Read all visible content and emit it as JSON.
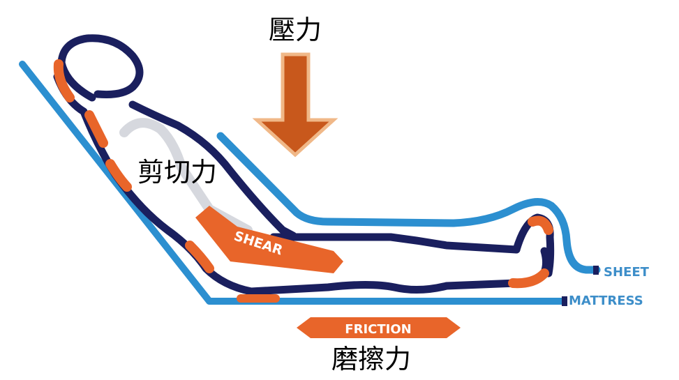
{
  "labels": {
    "pressure": "壓力",
    "shear_zh": "剪切力",
    "friction_zh": "磨擦力",
    "shear_en": "SHEAR",
    "friction_en": "FRICTION",
    "sheet": "SHEET",
    "mattress": "MATTRESS"
  },
  "colors": {
    "body_outline": "#1a1f5e",
    "pressure_zone": "#e8652a",
    "sheet_blue": "#2c8fd0",
    "arrow_fill": "#c8581c",
    "arrow_edge": "#f0b888",
    "skin_inner": "#d6d8de",
    "label_blue": "#3d8ec9"
  }
}
